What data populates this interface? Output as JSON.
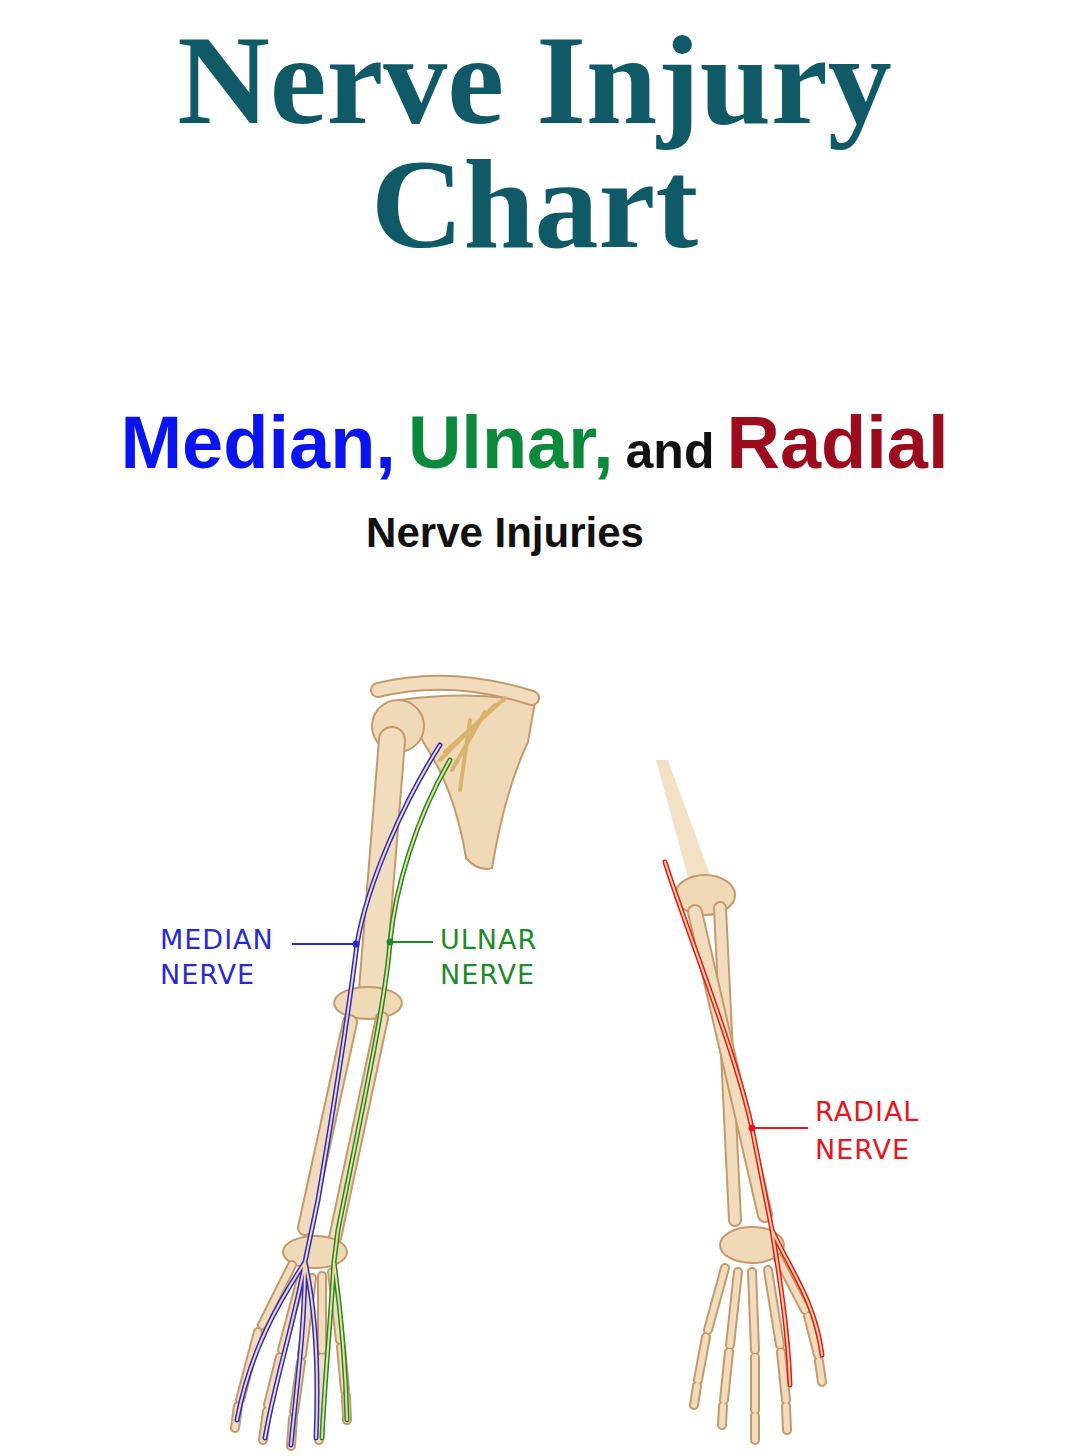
{
  "diagram": {
    "title": "Nerve Injury Chart",
    "labels": [
      "Median,",
      "Ulnar,",
      "and",
      "Radial",
      "Nerve Injuries",
      "MEDIAN NERVE",
      "ULNAR NERVE",
      "RADIAL NERVE"
    ]
  }
}
